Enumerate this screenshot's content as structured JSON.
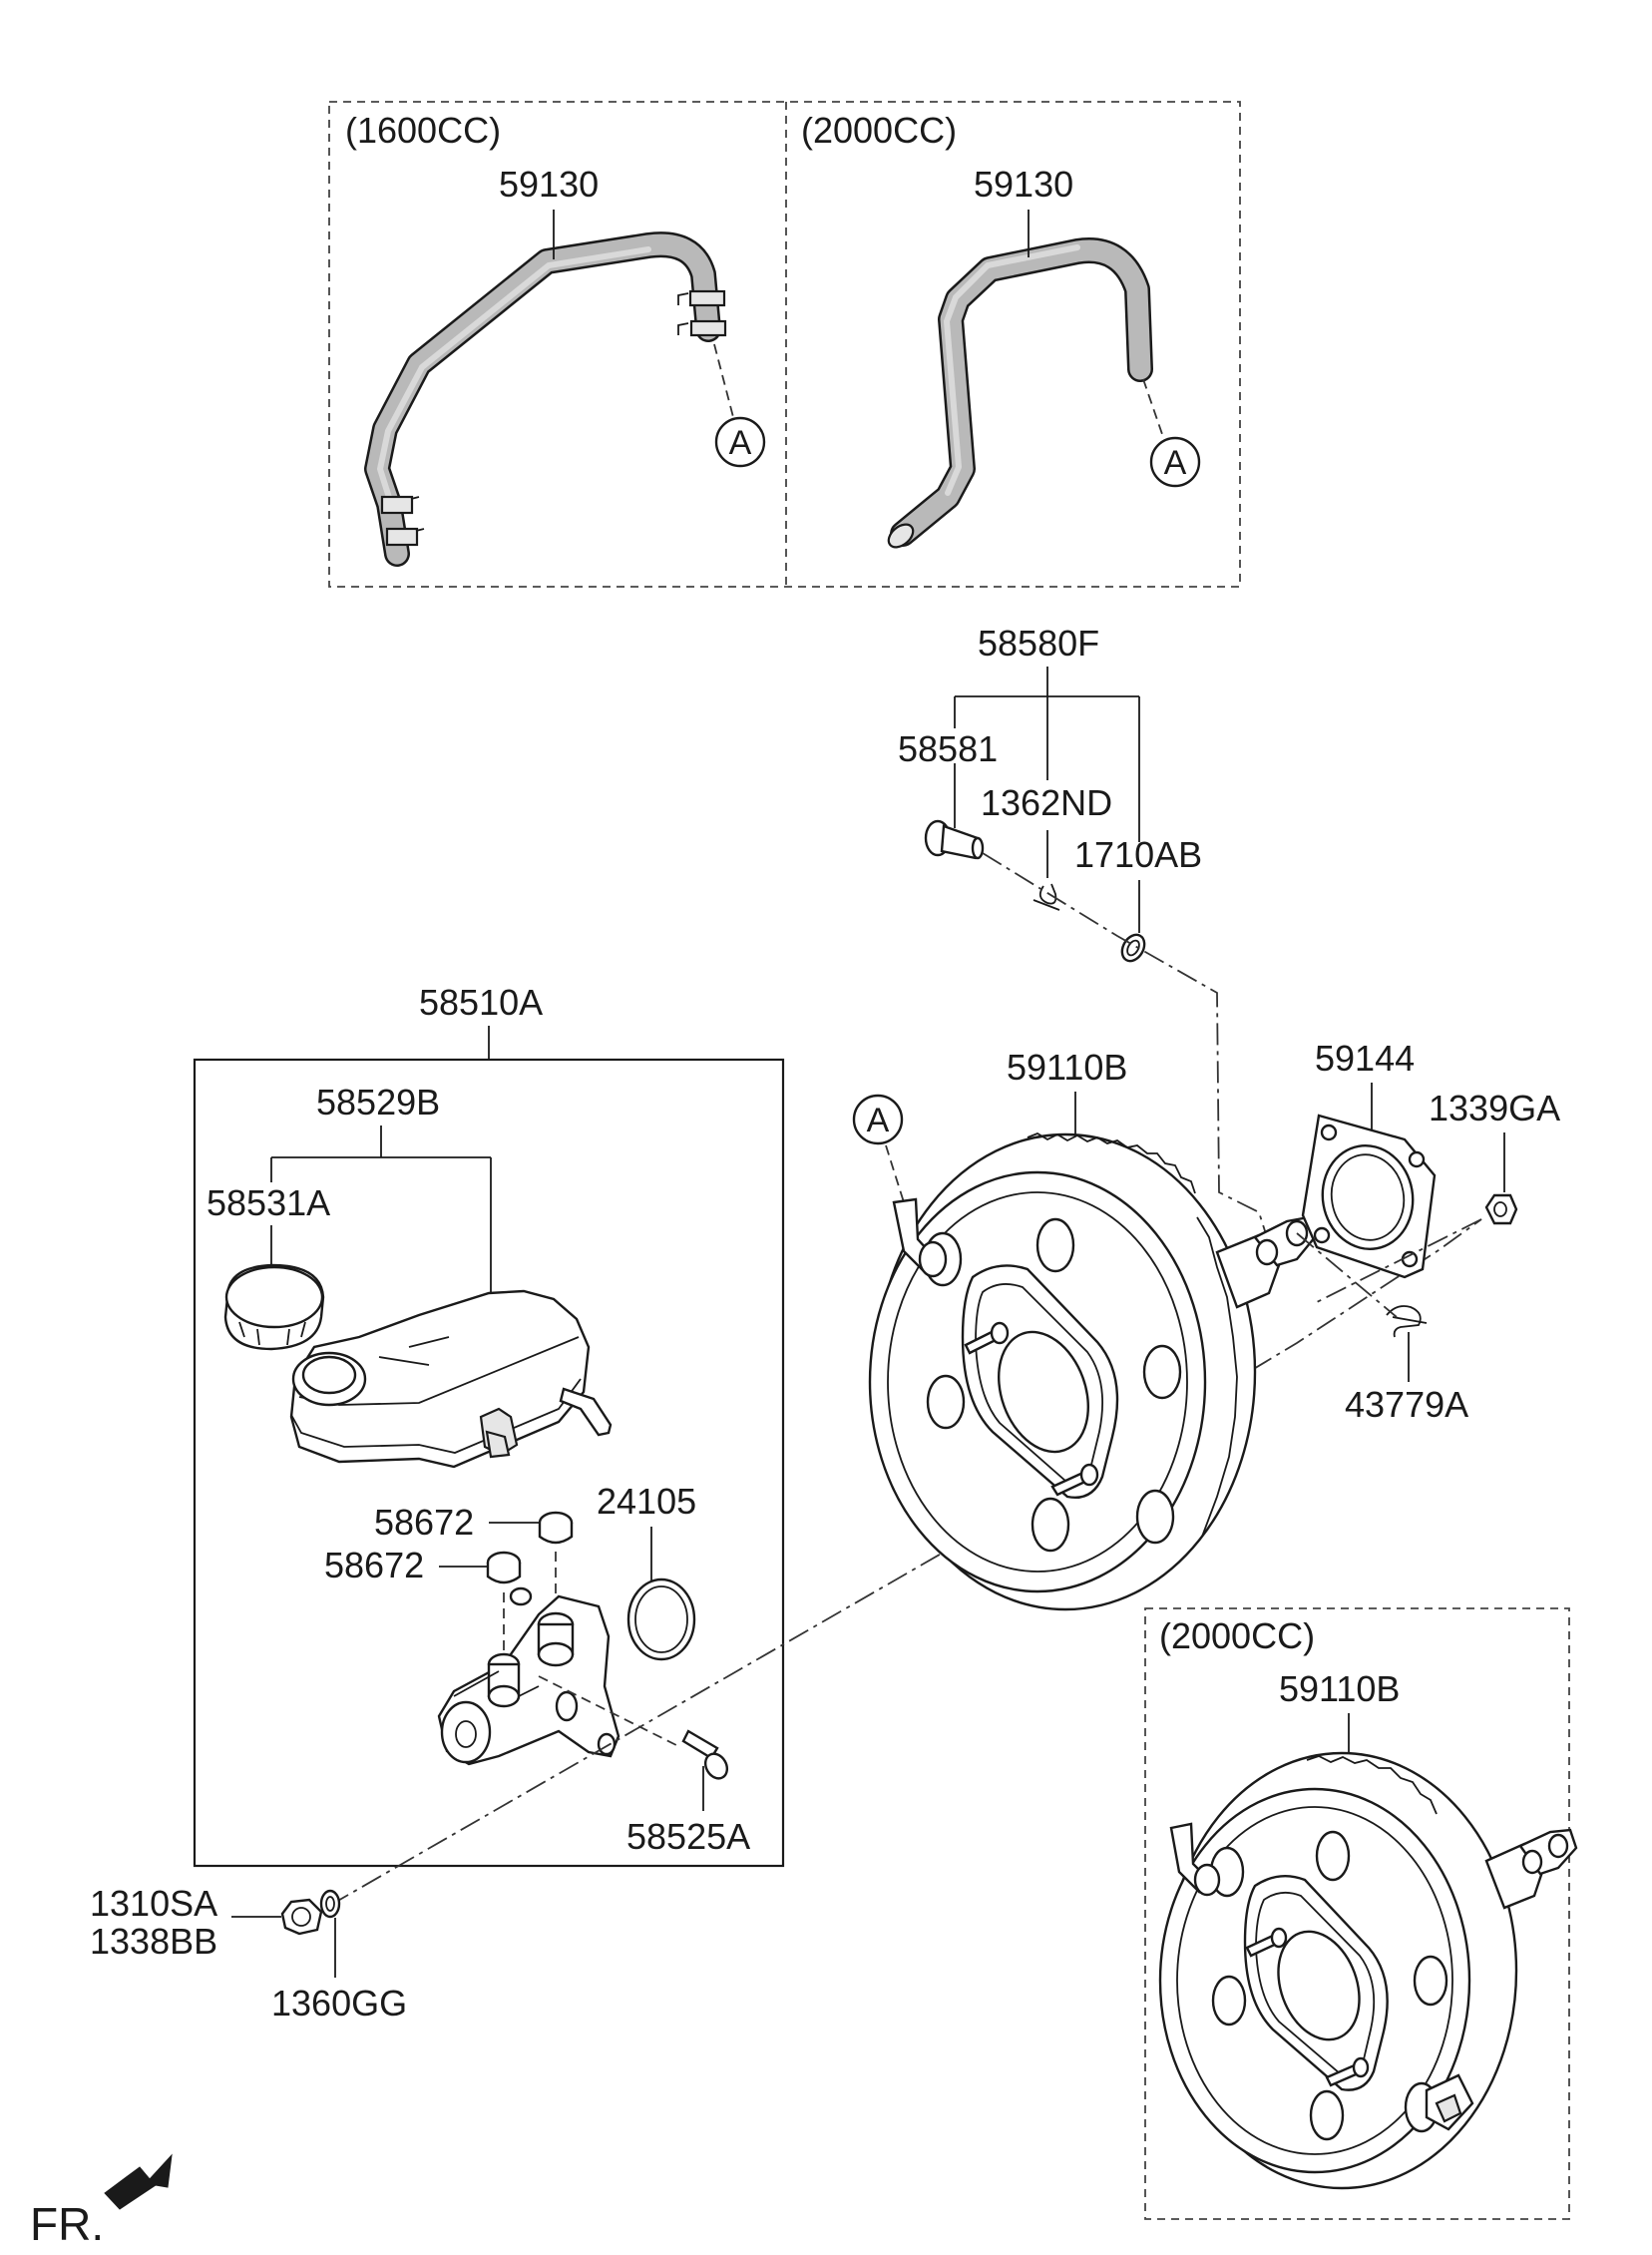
{
  "groups": {
    "variant_1600cc": "(1600CC)",
    "variant_2000cc_hose": "(2000CC)",
    "variant_2000cc_booster": "(2000CC)"
  },
  "connector_ref": "A",
  "parts": {
    "hose_1600": "59130",
    "hose_2000": "59130",
    "pin_kit": "58580F",
    "clevis_pin": "58581",
    "snap_pin": "1362ND",
    "washer_pin": "1710AB",
    "master_cylinder_assy": "58510A",
    "reservoir_assy": "58529B",
    "reservoir_cap": "58531A",
    "grommet_1": "58672",
    "grommet_2": "58672",
    "o_ring": "24105",
    "screw": "58525A",
    "nut_label_1": "1310SA",
    "nut_label_2": "1338BB",
    "washer_front": "1360GG",
    "booster": "59110B",
    "gasket": "59144",
    "booster_nut": "1339GA",
    "clip": "43779A",
    "booster_2000": "59110B"
  },
  "direction_label": "FR."
}
